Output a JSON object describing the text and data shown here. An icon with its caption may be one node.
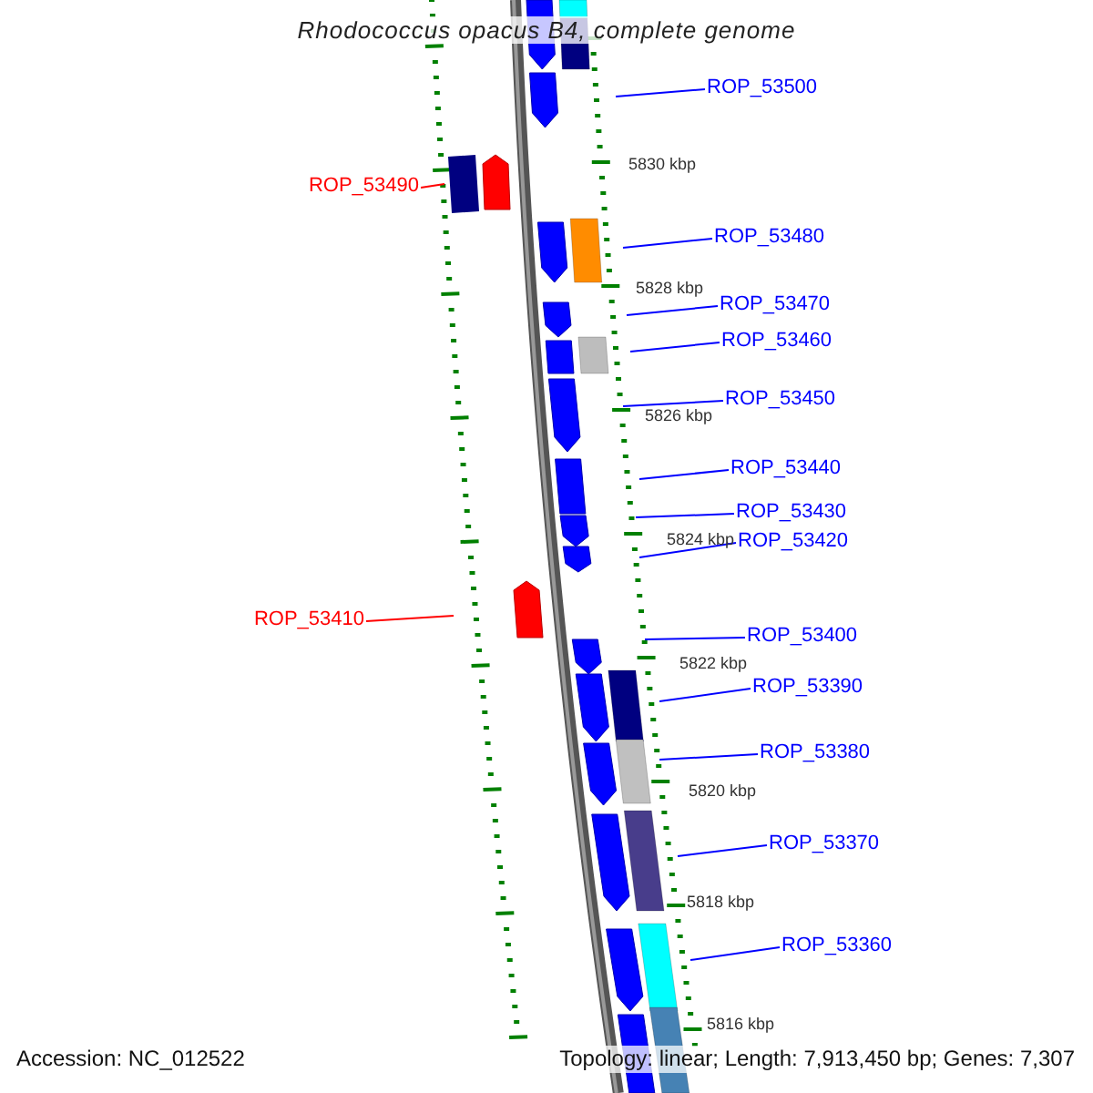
{
  "diagram": {
    "title": "Rhodococcus opacus B4, complete genome",
    "nodes": [
      {
        "text": [
          "ROP_53500"
        ]
      },
      {
        "text": [
          "ROP_53490"
        ]
      },
      {
        "text": [
          "ROP_53480"
        ]
      },
      {
        "text": [
          "ROP_53470"
        ]
      },
      {
        "text": [
          "ROP_53460"
        ]
      },
      {
        "text": [
          "ROP_53450"
        ]
      },
      {
        "text": [
          "ROP_53440"
        ]
      },
      {
        "text": [
          "ROP_53430"
        ]
      },
      {
        "text": [
          "ROP_53420"
        ]
      },
      {
        "text": [
          "ROP_53410"
        ]
      },
      {
        "text": [
          "ROP_53400"
        ]
      },
      {
        "text": [
          "ROP_53390"
        ]
      },
      {
        "text": [
          "ROP_53380"
        ]
      },
      {
        "text": [
          "ROP_53370"
        ]
      },
      {
        "text": [
          "ROP_53360"
        ]
      }
    ],
    "edges": [
      {
        "from": 0,
        "to": null,
        "arrow": "none"
      },
      {
        "from": 1,
        "to": null,
        "arrow": "none",
        "color": "#ff0000"
      },
      {
        "from": 2,
        "to": null,
        "arrow": "none"
      },
      {
        "from": 3,
        "to": null,
        "arrow": "none"
      },
      {
        "from": 4,
        "to": null,
        "arrow": "none"
      },
      {
        "from": 5,
        "to": null,
        "arrow": "none"
      },
      {
        "from": 6,
        "to": null,
        "arrow": "none"
      },
      {
        "from": 7,
        "to": null,
        "arrow": "none"
      },
      {
        "from": 8,
        "to": null,
        "arrow": "none"
      },
      {
        "from": 9,
        "to": null,
        "arrow": "none",
        "color": "#ff0000"
      },
      {
        "from": 10,
        "to": null,
        "arrow": "none"
      },
      {
        "from": 11,
        "to": null,
        "arrow": "none"
      },
      {
        "from": 12,
        "to": null,
        "arrow": "none"
      },
      {
        "from": 13,
        "to": null,
        "arrow": "none"
      },
      {
        "from": 14,
        "to": null,
        "arrow": "none"
      }
    ],
    "labels": [
      "5830 kbp",
      "5828 kbp",
      "5826 kbp",
      "5824 kbp",
      "5822 kbp",
      "5820 kbp",
      "5818 kbp",
      "5816 kbp",
      "Accession: NC_012522",
      "Topology: linear; Length: 7,913,450 bp; Genes: 7,307"
    ]
  }
}
